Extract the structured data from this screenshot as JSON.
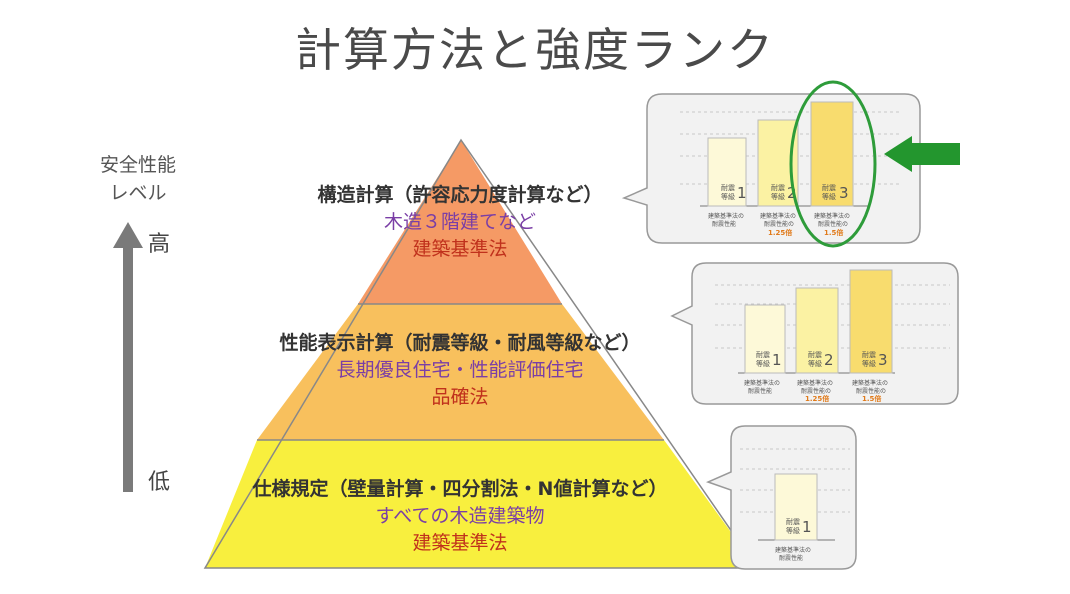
{
  "title": "計算方法と強度ランク",
  "level_label_1": "安全性能",
  "level_label_2": "レベル",
  "high": "高",
  "low": "低",
  "tiers": [
    {
      "heading": "構造計算（許容応力度計算など）",
      "purpose": "木造３階建てなど",
      "law": "建築基準法"
    },
    {
      "heading": "性能表示計算（耐震等級・耐風等級など）",
      "purpose": "長期優良住宅・性能評価住宅",
      "law": "品確法"
    },
    {
      "heading": "仕様規定（壁量計算・四分割法・N値計算など）",
      "purpose": "すべての木造建築物",
      "law": "建築基準法"
    }
  ],
  "grade_word_1": "耐震",
  "grade_word_2": "等級",
  "grade_1": "1",
  "grade_2": "2",
  "grade_3": "3",
  "base_1": "建築基準法の",
  "base_2": "耐震性能",
  "mult_label_2": "建築基準法の",
  "mult_label_2b": "耐震性能の",
  "mult_label_3": "建築基準法の",
  "mult_label_3b": "耐震性能の",
  "mult_2": "1.25倍",
  "mult_3": "1.5倍",
  "colors": {
    "top": "#f59a65",
    "middle": "#f8c05d",
    "bottom": "#f8ef3e",
    "circle": "#2e9c3a",
    "arrow": "#23962e",
    "law": "#c0311c",
    "purpose": "#7a3ea6"
  }
}
